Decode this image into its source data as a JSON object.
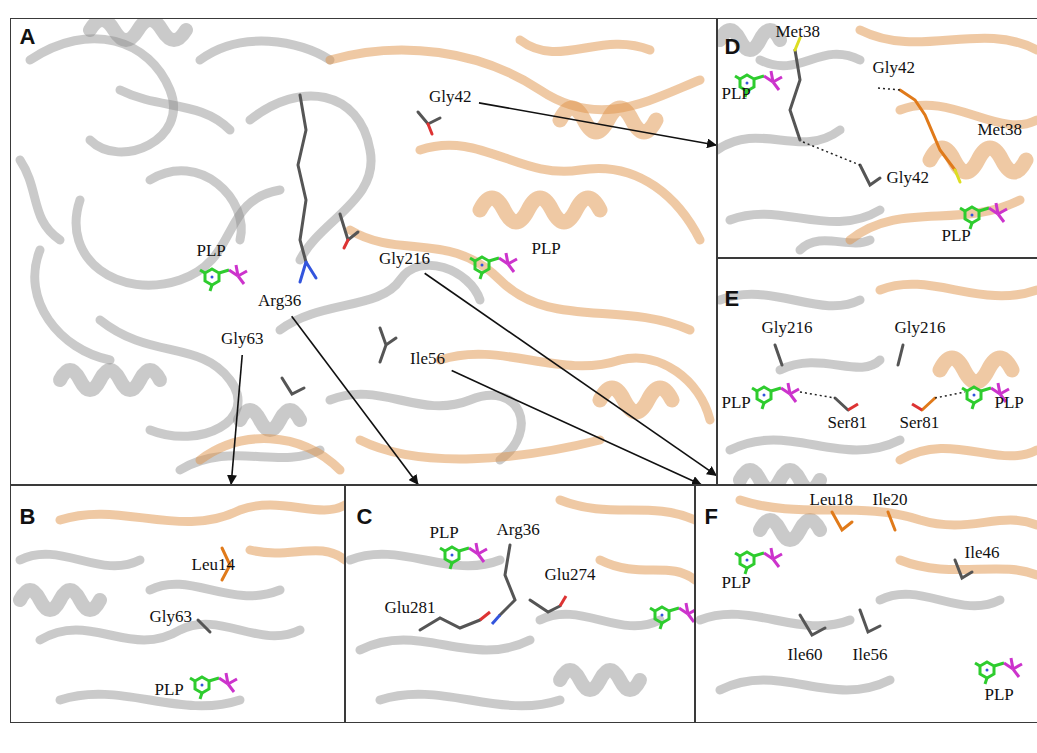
{
  "diagram": {
    "nodes": [
      {
        "text": [
          "A",
          "PLP",
          "PLP"
        ]
      },
      {
        "text": [
          "Gly42"
        ],
        "in": 0
      },
      {
        "text": [
          "Gly216"
        ],
        "in": 0
      },
      {
        "text": [
          "Arg36"
        ],
        "in": 0
      },
      {
        "text": [
          "Ile56"
        ],
        "in": 0
      },
      {
        "text": [
          "Gly63"
        ],
        "in": 0
      },
      {
        "text": [
          "D",
          "Met38",
          "Gly42",
          "PLP",
          "Gly42",
          "Met38",
          "PLP"
        ]
      },
      {
        "text": [
          "E",
          "Gly216",
          "Gly216",
          "PLP",
          "Ser81",
          "Ser81",
          "PLP"
        ]
      },
      {
        "text": [
          "B",
          "Leu14",
          "Gly63",
          "PLP"
        ]
      },
      {
        "text": [
          "C",
          "PLP",
          "Arg36",
          "Glu274",
          "Glu281"
        ]
      },
      {
        "text": [
          "F",
          "Leu18",
          "Ile20",
          "PLP",
          "Ile46",
          "Ile60",
          "Ile56",
          "PLP"
        ]
      }
    ],
    "edges": [
      {
        "from": 1,
        "to": 6,
        "arrow": "to"
      },
      {
        "from": 2,
        "to": 7,
        "arrow": "to"
      },
      {
        "from": 3,
        "to": 9,
        "arrow": "to"
      },
      {
        "from": 4,
        "to": 10,
        "arrow": "to"
      },
      {
        "from": 5,
        "to": 8,
        "arrow": "to"
      }
    ]
  }
}
